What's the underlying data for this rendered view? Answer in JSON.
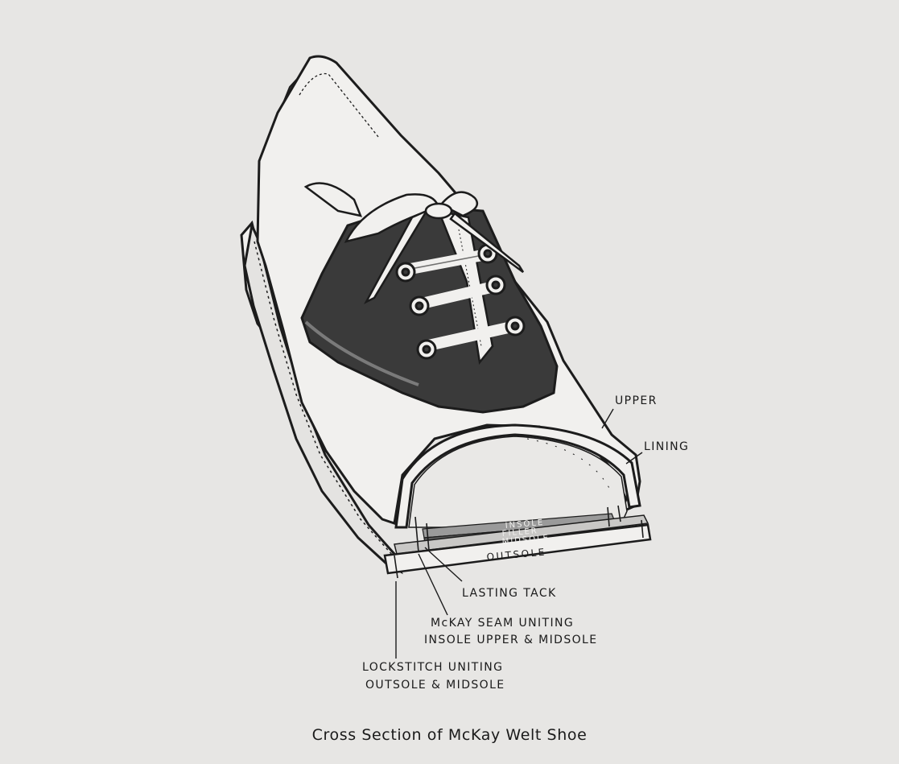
{
  "labels": {
    "upper": "UPPER",
    "lining": "LINING",
    "insole": "INSOLE",
    "filler": "FILLER",
    "midsole": "MIDSOLE",
    "outsole": "OUTSOLE",
    "lasting_tack": "LASTING TACK",
    "mckay_seam": [
      "McKAY SEAM UNITING",
      "INSOLE UPPER & MIDSOLE"
    ],
    "lockstitch": [
      "LOCKSTITCH UNITING",
      "OUTSOLE & MIDSOLE"
    ]
  },
  "caption": "Cross Section of McKay Welt Shoe",
  "colors": {
    "background": "#e7e6e4",
    "leather_light": "#f1f0ee",
    "leather_dark": "#3a3a3a",
    "outline": "#1c1c1c"
  }
}
